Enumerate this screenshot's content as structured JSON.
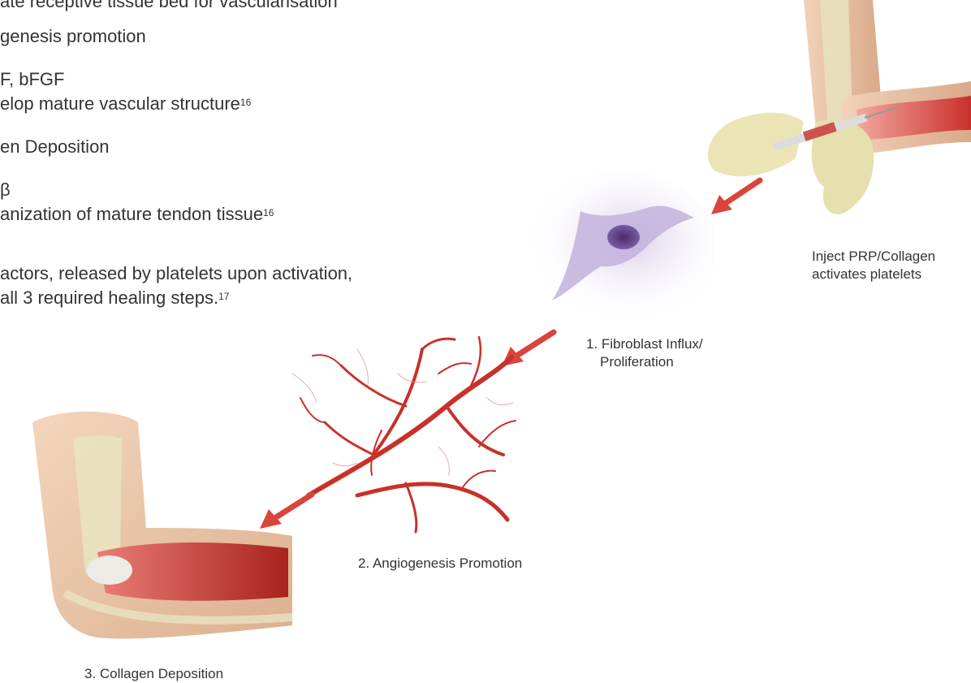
{
  "text_block": {
    "line1": "ate receptive tissue bed for vascularisation",
    "line2": "genesis promotion",
    "line3": "F, bFGF",
    "line4": "elop mature vascular structure",
    "line4_ref": "16",
    "line5": "en Deposition",
    "line6": "β",
    "line7": "anization of mature tendon tissue",
    "line7_ref": "16",
    "line8": "actors, released by platelets upon activation,",
    "line9": "all 3 required healing steps.",
    "line9_ref": "17"
  },
  "captions": {
    "inject_1": "Inject PRP/Collagen",
    "inject_2": "activates platelets",
    "fibro_1": "1. Fibroblast Influx/",
    "fibro_2": "Proliferation",
    "angio": "2. Angiogenesis Promotion",
    "collagen": "3. Collagen Deposition"
  },
  "colors": {
    "arrow": "#d9443b",
    "vessel": "#c8312a",
    "cell": "#b9a8d6",
    "skin": "#e8c4a8",
    "muscle": "#c9463d",
    "tendon": "#e8e2c0",
    "glove": "#e9e3b4"
  }
}
